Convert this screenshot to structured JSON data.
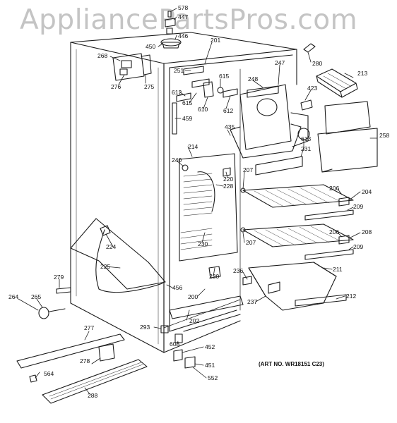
{
  "watermark": "AppliancePartsPros.com",
  "art_number": "(ART NO. WR18151 C23)",
  "callouts": [
    {
      "id": "578",
      "label": "578"
    },
    {
      "id": "447",
      "label": "447"
    },
    {
      "id": "446",
      "label": "446"
    },
    {
      "id": "450",
      "label": "450"
    },
    {
      "id": "268",
      "label": "268"
    },
    {
      "id": "276",
      "label": "276"
    },
    {
      "id": "275",
      "label": "275"
    },
    {
      "id": "201",
      "label": "201"
    },
    {
      "id": "280",
      "label": "280"
    },
    {
      "id": "251",
      "label": "251"
    },
    {
      "id": "615a",
      "label": "615"
    },
    {
      "id": "248",
      "label": "248"
    },
    {
      "id": "247",
      "label": "247"
    },
    {
      "id": "213",
      "label": "213"
    },
    {
      "id": "612a",
      "label": "612"
    },
    {
      "id": "615b",
      "label": "615"
    },
    {
      "id": "610",
      "label": "610"
    },
    {
      "id": "612b",
      "label": "612"
    },
    {
      "id": "423",
      "label": "423"
    },
    {
      "id": "459",
      "label": "459"
    },
    {
      "id": "613",
      "label": "613"
    },
    {
      "id": "435",
      "label": "435"
    },
    {
      "id": "258",
      "label": "258"
    },
    {
      "id": "214",
      "label": "214"
    },
    {
      "id": "231",
      "label": "231"
    },
    {
      "id": "240",
      "label": "240"
    },
    {
      "id": "207a",
      "label": "207"
    },
    {
      "id": "220",
      "label": "220"
    },
    {
      "id": "228",
      "label": "228"
    },
    {
      "id": "206a",
      "label": "206"
    },
    {
      "id": "204",
      "label": "204"
    },
    {
      "id": "209a",
      "label": "209"
    },
    {
      "id": "206b",
      "label": "206"
    },
    {
      "id": "208",
      "label": "208"
    },
    {
      "id": "224",
      "label": "224"
    },
    {
      "id": "207b",
      "label": "207"
    },
    {
      "id": "230a",
      "label": "230"
    },
    {
      "id": "209b",
      "label": "209"
    },
    {
      "id": "225",
      "label": "225"
    },
    {
      "id": "211",
      "label": "211"
    },
    {
      "id": "236",
      "label": "236"
    },
    {
      "id": "230b",
      "label": "230"
    },
    {
      "id": "279",
      "label": "279"
    },
    {
      "id": "456",
      "label": "456"
    },
    {
      "id": "212",
      "label": "212"
    },
    {
      "id": "264",
      "label": "264"
    },
    {
      "id": "265",
      "label": "265"
    },
    {
      "id": "200",
      "label": "200"
    },
    {
      "id": "237",
      "label": "237"
    },
    {
      "id": "202",
      "label": "202"
    },
    {
      "id": "277",
      "label": "277"
    },
    {
      "id": "293",
      "label": "293"
    },
    {
      "id": "608",
      "label": "608"
    },
    {
      "id": "452",
      "label": "452"
    },
    {
      "id": "278",
      "label": "278"
    },
    {
      "id": "451",
      "label": "451"
    },
    {
      "id": "564",
      "label": "564"
    },
    {
      "id": "552",
      "label": "552"
    },
    {
      "id": "288",
      "label": "288"
    }
  ]
}
